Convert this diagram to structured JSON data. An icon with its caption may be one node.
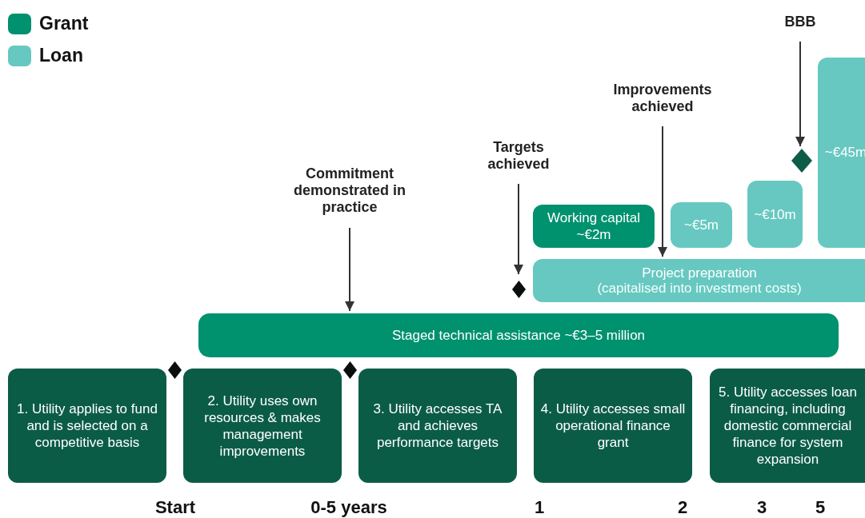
{
  "diagram": {
    "nodes": [
      {
        "text": [
          "BBB"
        ]
      },
      {
        "text": [
          "Improvements achieved"
        ]
      },
      {
        "text": [
          "Targets achieved"
        ]
      },
      {
        "text": [
          "Commitment demonstrated in practice"
        ]
      },
      {
        "text": [],
        "shape": "diamond"
      },
      {
        "text": [
          "~€45m"
        ]
      },
      {
        "text": [
          "Working capital ~€2m"
        ]
      },
      {
        "text": [
          "~€5m"
        ]
      },
      {
        "text": [
          "~€10m"
        ]
      },
      {
        "text": [
          "Project preparation",
          "(capitalised into investment costs)"
        ]
      },
      {
        "text": [],
        "shape": "diamond"
      },
      {
        "text": [
          "Staged technical assistance ~€3–5 million"
        ]
      },
      {
        "text": [],
        "shape": "diamond"
      },
      {
        "text": [],
        "shape": "diamond"
      },
      {
        "text": [
          "1. Utility applies to fund and is selected on a competitive basis"
        ]
      },
      {
        "text": [
          "2. Utility uses own resources & makes management improvements"
        ]
      },
      {
        "text": [
          "3. Utility accesses TA and achieves performance targets"
        ]
      },
      {
        "text": [
          "4. Utility accesses small operational finance grant"
        ]
      },
      {
        "text": [
          "5. Utility accesses loan financing, including domestic commercial finance for system expansion"
        ]
      }
    ],
    "edges": [
      {
        "from": 0,
        "to": 4,
        "arrow": "to"
      },
      {
        "from": 1,
        "to": 9,
        "arrow": "to"
      },
      {
        "from": 2,
        "to": 10,
        "arrow": "to"
      },
      {
        "from": 3,
        "to": 11,
        "arrow": "to"
      }
    ],
    "labels": [
      "Start",
      "0-5 years",
      "1",
      "2",
      "3",
      "5"
    ],
    "legend": [
      {
        "text": "Grant",
        "color": "#00916f"
      },
      {
        "text": "Loan",
        "color": "#67c8c1"
      }
    ]
  }
}
